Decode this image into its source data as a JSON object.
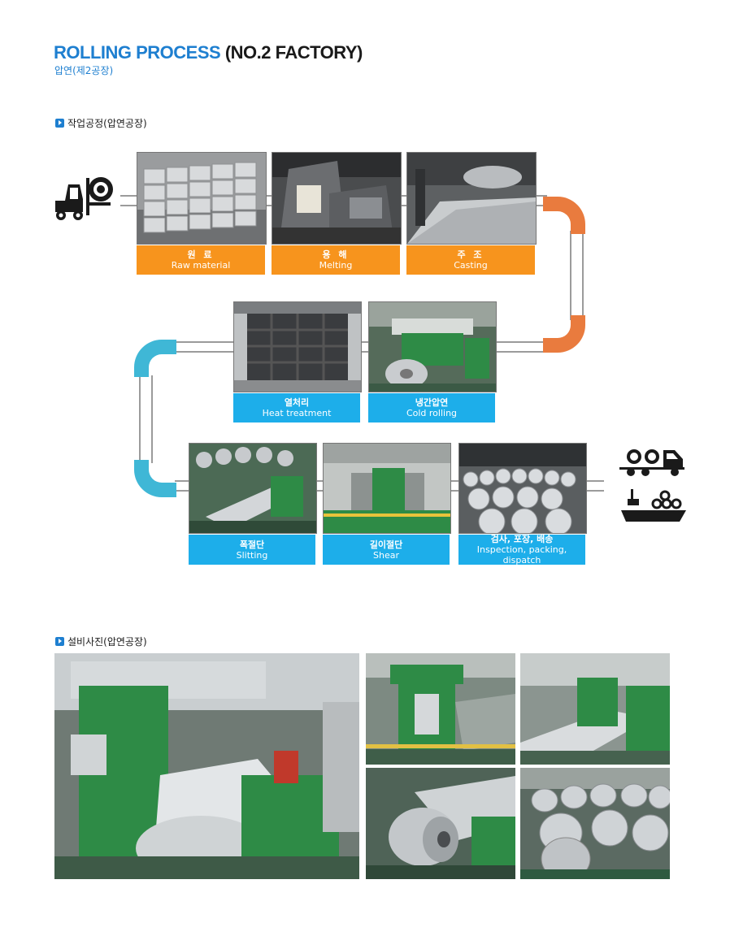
{
  "header": {
    "title_blue": "ROLLING PROCESS",
    "title_dark": "(NO.2 FACTORY)",
    "subtitle": "압연(제2공장)"
  },
  "sections": {
    "process": "작업공정(압연공장)",
    "equipment": "설비사진(압연공장)"
  },
  "steps": [
    {
      "ko": "원 료",
      "en": "Raw material"
    },
    {
      "ko": "용 해",
      "en": "Melting"
    },
    {
      "ko": "주 조",
      "en": "Casting"
    },
    {
      "ko": "열처리",
      "en": "Heat treatment"
    },
    {
      "ko": "냉간압연",
      "en": "Cold rolling"
    },
    {
      "ko": "폭절단",
      "en": "Slitting"
    },
    {
      "ko": "길이절단",
      "en": "Shear"
    },
    {
      "ko": "검사, 포장, 배송",
      "en": "Inspection, packing, dispatch"
    }
  ],
  "colors": {
    "brand_blue": "#1e7fd0",
    "step_orange": "#f7941d",
    "step_cyan": "#1daeea",
    "elbow_orange": "#e97b3e",
    "elbow_cyan": "#3fb7d6",
    "machine_green": "#2e8b46"
  },
  "icons": [
    "forklift-icon",
    "truck-icon",
    "ship-icon",
    "section-bullet-icon"
  ]
}
